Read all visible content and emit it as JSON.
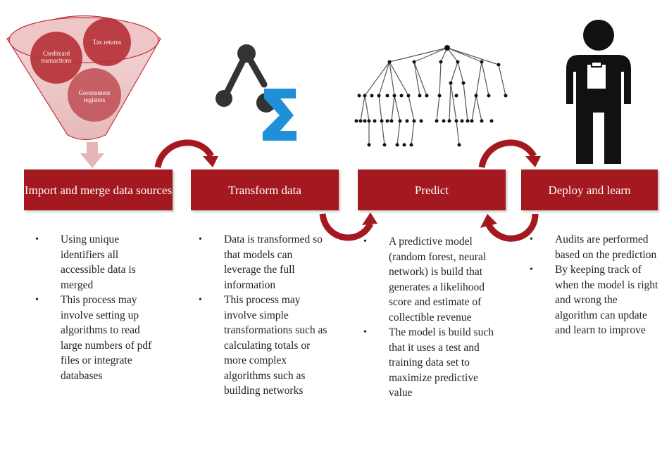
{
  "funnel": {
    "circle1": "Creditcard transactions",
    "circle2": "Tax returns",
    "circle3": "Government registers"
  },
  "stages": [
    {
      "title": "Import and merge data sources"
    },
    {
      "title": "Transform data"
    },
    {
      "title": "Predict"
    },
    {
      "title": "Deploy and learn"
    }
  ],
  "bullets": {
    "import": [
      "Using unique identifiers all accessible data is merged",
      "This process may involve setting up algorithms to read large numbers of pdf files or integrate databases"
    ],
    "transform": [
      "Data is transformed so that models can leverage the full information",
      "This process may involve simple transformations such as calculating totals or more complex algorithms such as building networks"
    ],
    "predict": [
      "A predictive model (random forest, neural network) is build that generates a likelihood score and estimate of collectible revenue",
      "The model is build such that it uses a test and training data set to maximize predictive value"
    ],
    "deploy": [
      "Audits are performed based on the prediction",
      "By keeping track of when the model is right and wrong the algorithm can update and learn to improve"
    ]
  },
  "colors": {
    "stage_red": "#a4191f",
    "funnel_pink": "#d9a2a5",
    "circle_red": "#b8373d"
  }
}
